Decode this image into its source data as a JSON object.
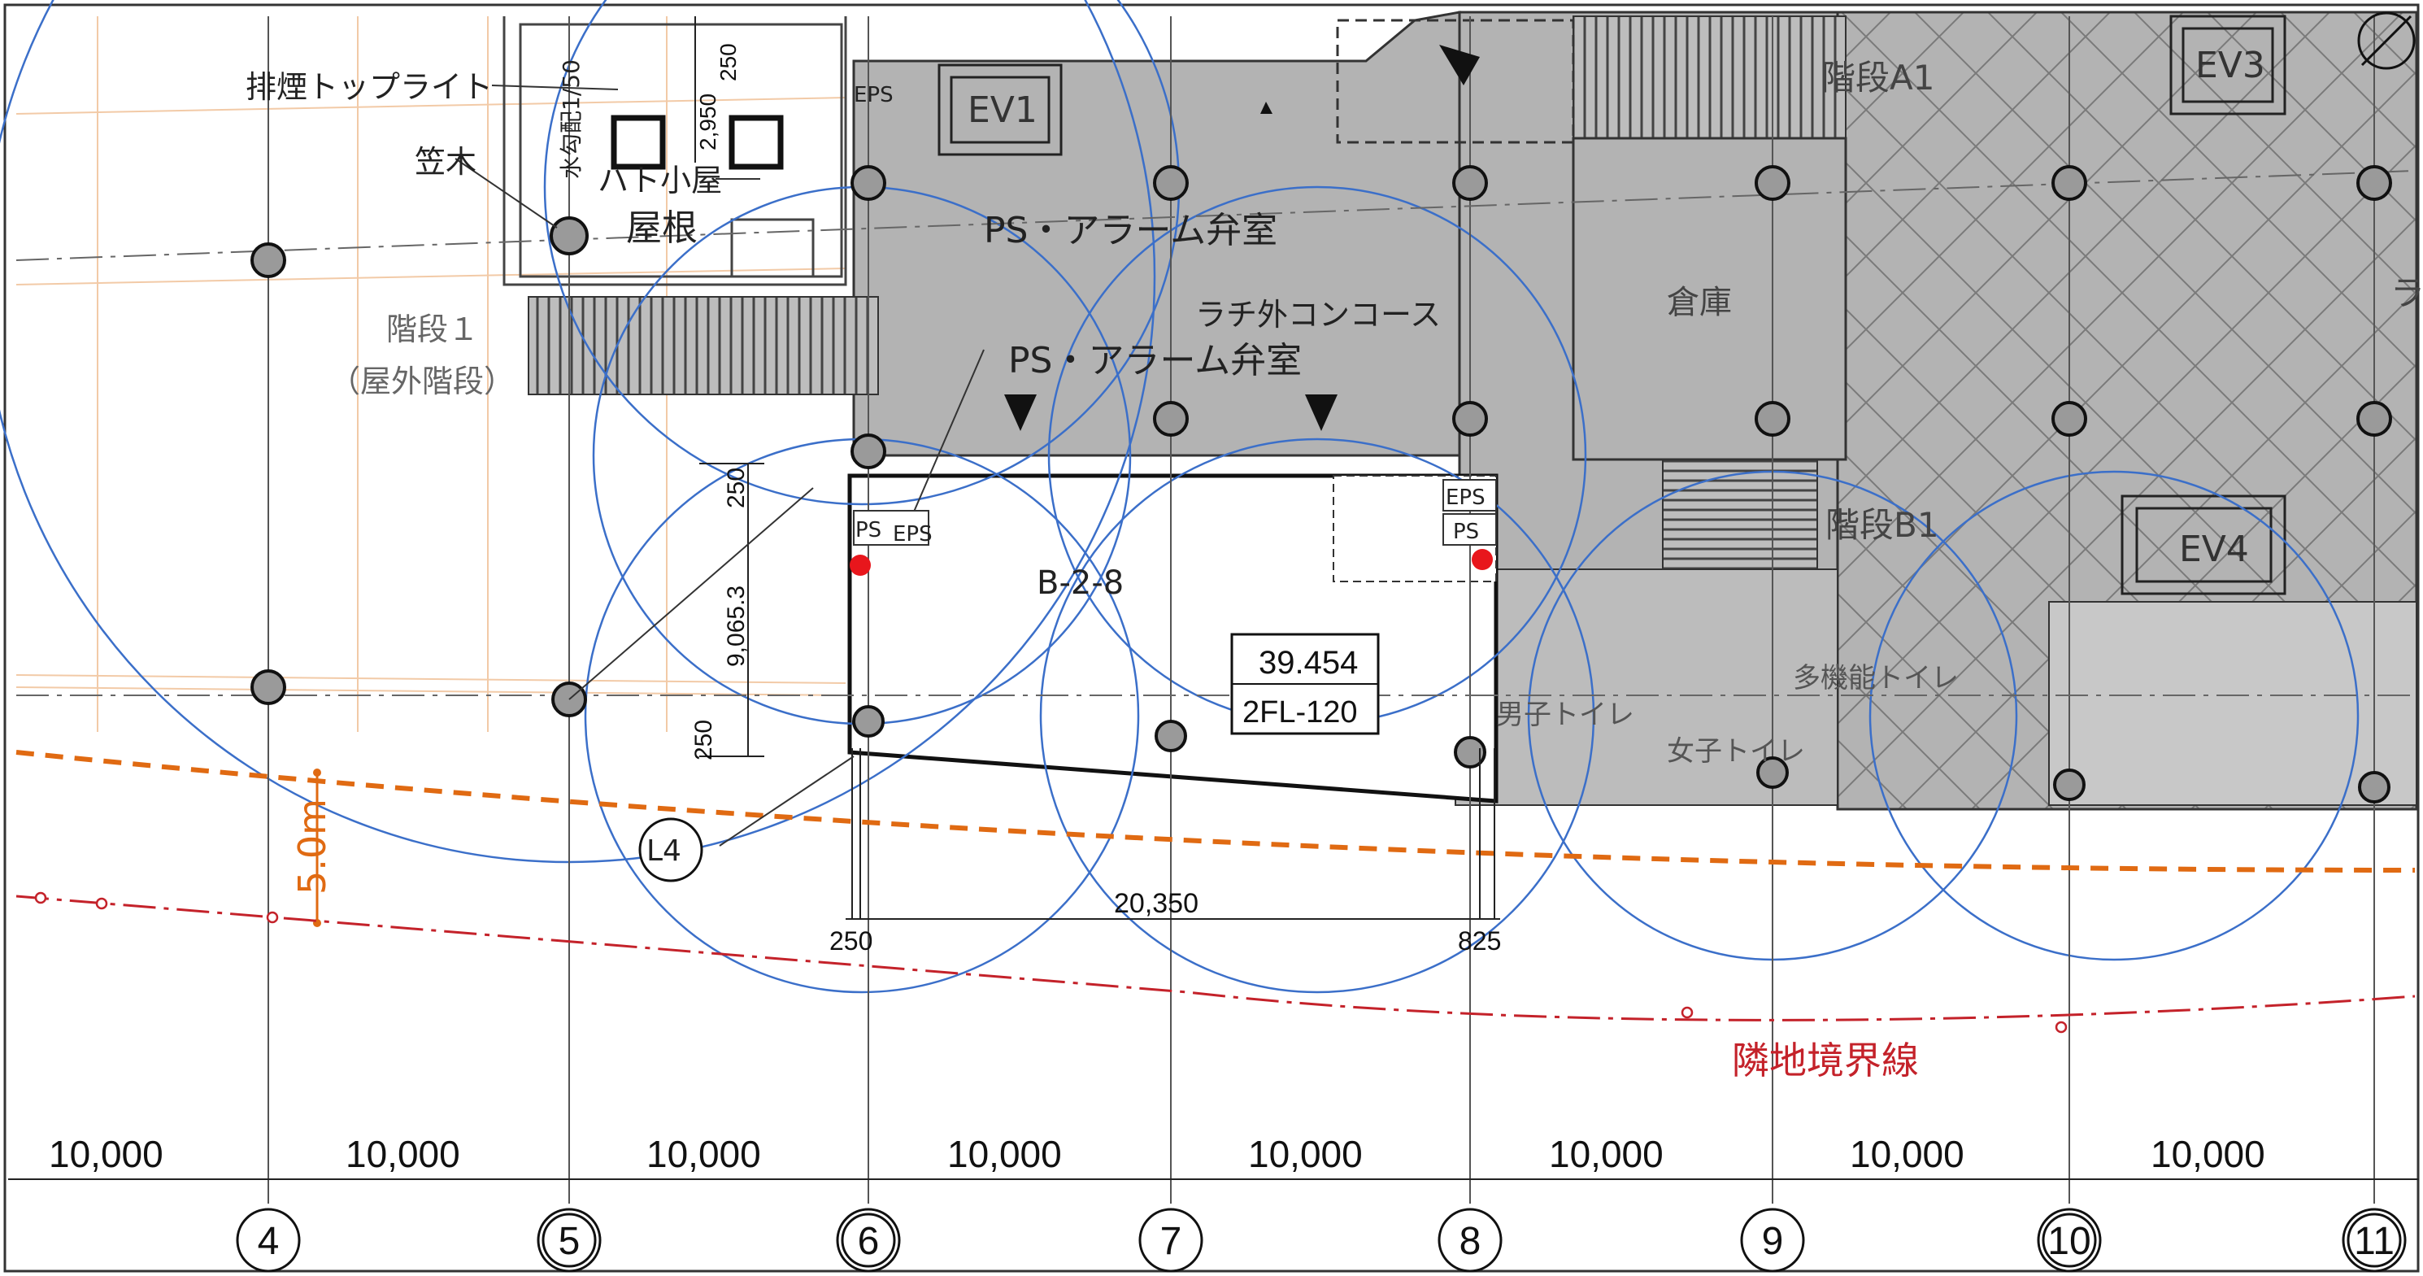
{
  "labels": {
    "smoke_toplight": "排煙トップライト",
    "kasagi": "笠木",
    "water_slope": "水勾配1/50",
    "pigeon_house": "ハト小屋",
    "roof": "屋根",
    "stair1": "階段１",
    "stair1_sub": "（屋外階段）",
    "ps_alarm_top": "PS・アラーム弁室",
    "ps_alarm_mid": "PS・アラーム弁室",
    "outside_concourse": "ラチ外コンコース",
    "warehouse": "倉庫",
    "stairA1": "階段A1",
    "stairB1": "階段B1",
    "ev1": "EV1",
    "ev3": "EV3",
    "ev4": "EV4",
    "eps_top": "EPS",
    "eps_left": "EPS",
    "ps_left": "PS",
    "eps_right": "EPS",
    "ps_right": "PS",
    "room_id": "B-2-8",
    "area": "39.454",
    "floor_code": "2FL-120",
    "leader_l4": "L4",
    "boundary": "隣地境界線",
    "setback": "5.0m",
    "toilet_men": "男子トイレ",
    "toilet_women": "女子トイレ",
    "toilet_multi": "多機能トイレ",
    "right_edge_char": "ラ"
  },
  "dimensions": {
    "d250_top": "250",
    "d2950": "2,950",
    "d250_v1": "250",
    "d9065": "9,065.3",
    "d250_v2": "250",
    "d20350": "20,350",
    "d250_bottom": "250",
    "d825": "825"
  },
  "grid_spacings": [
    "10,000",
    "10,000",
    "10,000",
    "10,000",
    "10,000",
    "10,000",
    "10,000",
    "10,000"
  ],
  "grid_axes": [
    "4",
    "5",
    "6",
    "7",
    "8",
    "9",
    "10",
    "11"
  ],
  "colors": {
    "building_fill": "#b3b3b3",
    "tenant_white": "#ffffff",
    "blue_circles": "#3b6fc9",
    "setback_line": "#e06a12",
    "boundary_line": "#c4222a",
    "marker_red": "#e8161c",
    "orange_grid": "#e8a060"
  },
  "icons": [
    "north-arrow-icon",
    "column-icon",
    "red-marker-icon",
    "triangle-arrow-icon"
  ]
}
